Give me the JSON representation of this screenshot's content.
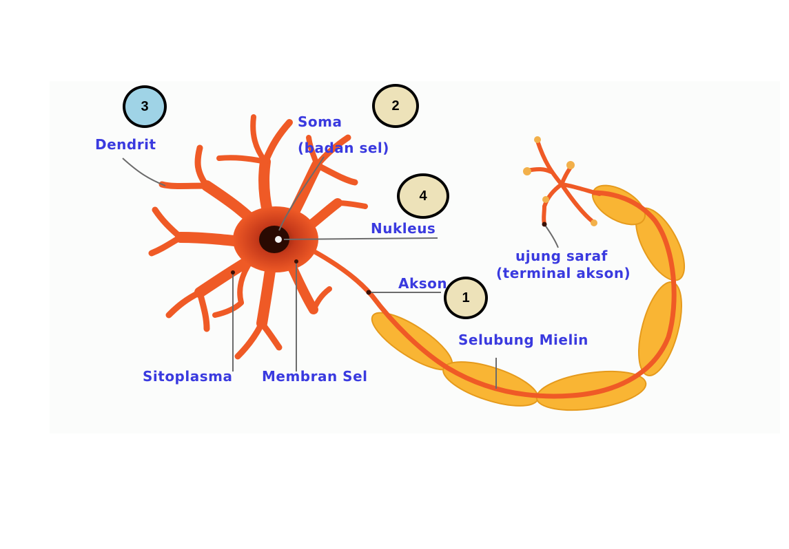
{
  "labels": {
    "dendrit": "Dendrit",
    "soma_line1": "Soma",
    "soma_line2": "(badan sel)",
    "nukleus": "Nukleus",
    "akson": "Akson",
    "ujung_line1": "ujung saraf",
    "ujung_line2": "(terminal akson)",
    "selubung": "Selubung Mielin",
    "sitoplasma": "Sitoplasma",
    "membran": "Membran Sel"
  },
  "badges": [
    {
      "number": "1",
      "color": "#ede2b9"
    },
    {
      "number": "2",
      "color": "#ede2b9"
    },
    {
      "number": "3",
      "color": "#9fd3e6"
    },
    {
      "number": "4",
      "color": "#ede2b9"
    }
  ],
  "colors": {
    "neuron": "#ef5a26",
    "myelin": "#f7b733",
    "label": "#3a3adf"
  }
}
